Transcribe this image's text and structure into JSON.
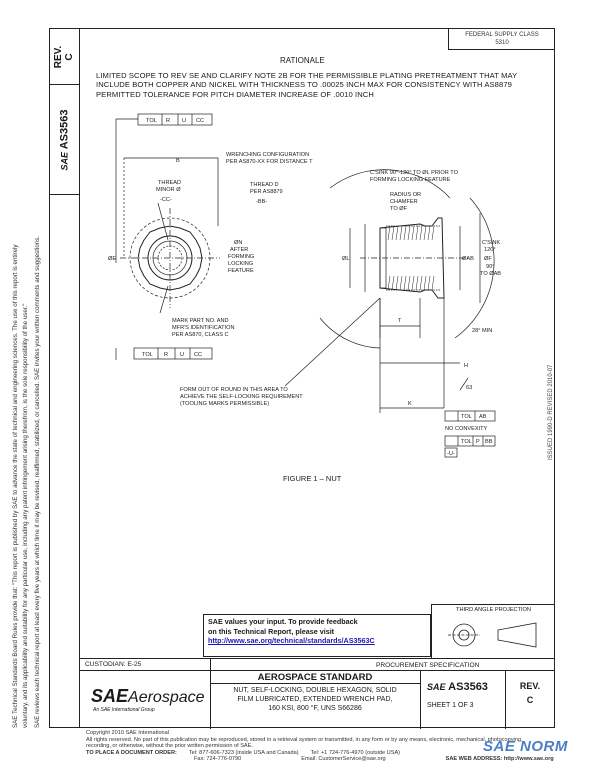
{
  "left_strip": {
    "rev_label": "REV.",
    "rev_value": "C",
    "doc_number": "AS3563",
    "sae_mark": "SAE"
  },
  "side_notes": [
    "SAE Technical Standards Board Rules provide that: \"This report is published by SAE to advance the state of technical and engineering sciences. The use of this report is entirely",
    "voluntary, and its applicability and suitability for any particular use, including any patent infringement arising therefrom, is the sole responsibility of the user.\"",
    "SAE reviews each technical report at least every five years at which time it may be revised, reaffirmed, stabilized, or cancelled. SAE invites your written comments and suggestions."
  ],
  "top_right": {
    "line1": "FEDERAL SUPPLY CLASS",
    "line2": "5310"
  },
  "rationale": {
    "title": "RATIONALE",
    "text": "LIMITED SCOPE TO REV SE AND CLARIFY NOTE 2B FOR THE PERMISSIBLE PLATING PRETREATMENT THAT MAY INCLUDE BOTH COPPER AND NICKEL WITH THICKNESS TO .00025 INCH MAX FOR CONSISTENCY WITH AS8879 PERMITTED TOLERANCE FOR PITCH DIAMETER INCREASE OF .0010 INCH"
  },
  "drawing": {
    "tol_top": [
      "TOL",
      "R",
      "U",
      "CC"
    ],
    "tol_bottom": [
      "TOL",
      "R",
      "U",
      "CC"
    ],
    "label_B": "B",
    "wrenching": [
      "WRENCHING CONFIGURATION",
      "PER AS870-XX FOR DISTANCE T"
    ],
    "thread_minor": [
      "THREAD",
      "MINOR Ø",
      "-CC-"
    ],
    "thread_d": [
      "THREAD D",
      "PER AS8879",
      "-BB-"
    ],
    "csink_top": [
      "C'SINK 90°-120° TO ØL PRIOR TO",
      "FORMING LOCKING FEATURE"
    ],
    "radius": [
      "RADIUS OR",
      "CHAMFER",
      "TO ØF"
    ],
    "dia_n": [
      "ØN",
      "AFTER",
      "FORMING",
      "LOCKING",
      "FEATURE"
    ],
    "dia_E": "ØE",
    "dia_L": "ØL",
    "dia_AB": "ØAB",
    "dia_F": "ØF",
    "csink_right": [
      "C'SINK",
      "120°",
      "90°",
      "TO ØAB"
    ],
    "mark_part": [
      "MARK PART NO. AND",
      "MFR'S IDENTIFICATION",
      "PER AS870, CLASS C"
    ],
    "label_T": "T",
    "angle_min": "28° MIN",
    "label_H": "H",
    "label_63": "63",
    "label_K": "K",
    "form_out": [
      "FORM OUT OF ROUND IN THIS AREA TO",
      "ACHIEVE THE SELF-LOCKING REQUIREMENT",
      "(TOOLING MARKS PERMISSIBLE)"
    ],
    "tol_ab": [
      "TOL",
      "AB"
    ],
    "no_convexity": "NO CONVEXITY",
    "tol_p": [
      "TOL",
      "P",
      "BB"
    ],
    "datum_u": "-U-"
  },
  "figure_caption": "FIGURE 1 – NUT",
  "revision_vertical": "ISSUED 1990-D    REVISED 2010-07",
  "feedback": {
    "line1": "SAE values your input. To provide feedback",
    "line2": "on this Technical Report, please visit",
    "link": "http://www.sae.org/technical/standards/AS3563C"
  },
  "projection_label": "THIRD ANGLE PROJECTION",
  "title_block": {
    "custodian": "CUSTODIAN: E-25",
    "procurement": "PROCUREMENT SPECIFICATION",
    "logo_sae": "SAE",
    "logo_aero": "Aerospace",
    "logo_sub": "An SAE International Group",
    "standard": "AEROSPACE STANDARD",
    "desc1": "NUT, SELF-LOCKING, DOUBLE HEXAGON, SOLID",
    "desc2": "FILM LUBRICATED, EXTENDED WRENCH PAD,",
    "desc3": "160 KSI, 800 °F, UNS S66286",
    "doc_sae": "SAE",
    "doc_no": "AS3563",
    "sheet": "SHEET 1 OF 3",
    "rev_label": "REV.",
    "rev_value": "C"
  },
  "footer": {
    "line1": "Copyright 2010 SAE International",
    "line2": "All rights reserved. No part of this publication may be reproduced, stored in a retrieval system or transmitted, in any form or by any means, electronic, mechanical, photocopying,",
    "line3": "recording, or otherwise, without the prior written permission of SAE.",
    "order": "TO PLACE A DOCUMENT ORDER:",
    "tel1": "Tel: 877-606-7323 (inside USA and Canada)",
    "tel2": "Tel: +1 724-776-4970 (outside USA)",
    "fax": "Fax: 724-776-0790",
    "email": "Email: CustomerService@sae.org",
    "web": "SAE WEB ADDRESS: http://www.sae.org"
  },
  "watermark": "SAE NORM"
}
